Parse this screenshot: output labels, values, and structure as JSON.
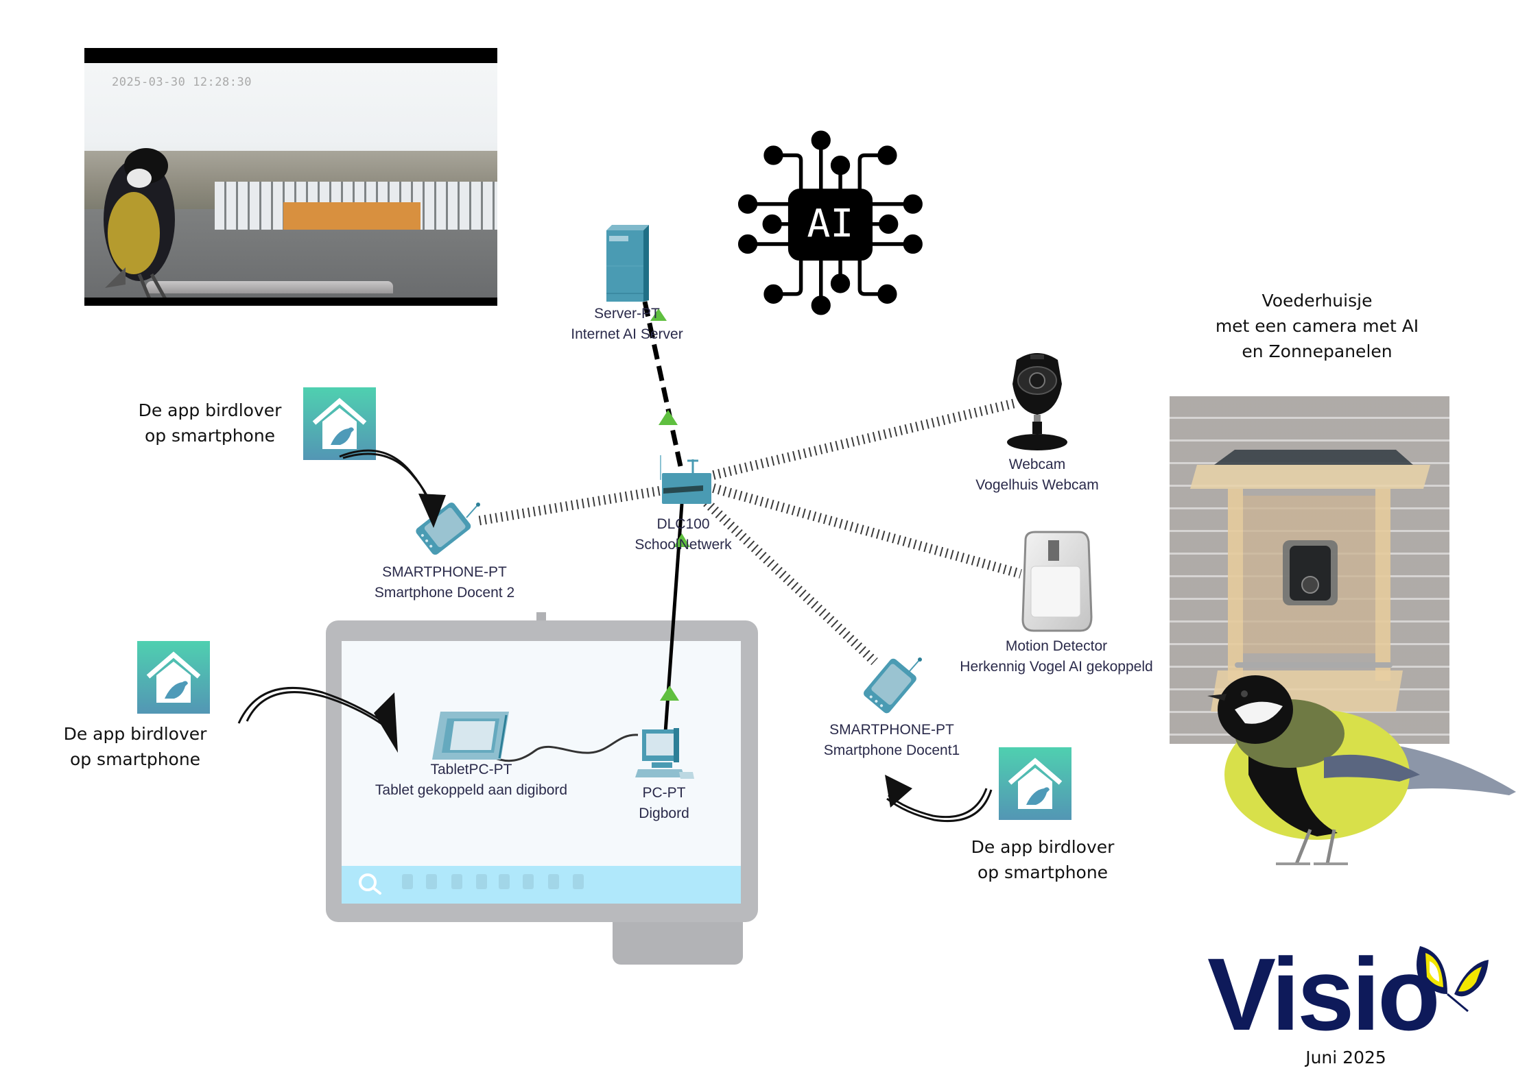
{
  "webcam_snapshot": {
    "timestamp": "2025-03-30  12:28:30"
  },
  "ai_icon": {
    "label": "AI"
  },
  "colors": {
    "device_teal": "#4a9bb3",
    "link_green": "#5fbf3f",
    "app_gradient_top": "#4fd0b0",
    "app_gradient_bottom": "#5396b4",
    "visio_navy": "#0e1a5a",
    "visio_yellow": "#f2e600",
    "taskbar_blue": "#b0e8fb"
  },
  "devices": {
    "server": {
      "type": "Server-PT",
      "name": "Internet AI Server"
    },
    "router": {
      "type": "DLC100",
      "name": "SchoolNetwerk"
    },
    "smartphone2": {
      "type": "SMARTPHONE-PT",
      "name": "Smartphone Docent 2"
    },
    "smartphone1": {
      "type": "SMARTPHONE-PT",
      "name": "Smartphone Docent1"
    },
    "webcam": {
      "type": "Webcam",
      "name": "Vogelhuis Webcam"
    },
    "motion": {
      "type": "Motion Detector",
      "name": "Herkennig Vogel AI gekoppeld"
    },
    "tablet": {
      "type": "TabletPC-PT",
      "name": "Tablet gekoppeld aan digibord"
    },
    "pc": {
      "type": "PC-PT",
      "name": "Digbord"
    }
  },
  "annotations": {
    "app_top": {
      "line1": "De app birdlover",
      "line2": "op smartphone"
    },
    "app_left": {
      "line1": "De app birdlover",
      "line2": "op smartphone"
    },
    "app_right": {
      "line1": "De app birdlover",
      "line2": "op smartphone"
    }
  },
  "feeder": {
    "line1": "Voederhuisje",
    "line2": "met een camera met AI",
    "line3": "en Zonnepanelen"
  },
  "logo": {
    "brand": "Visio",
    "date": "Juni 2025"
  }
}
